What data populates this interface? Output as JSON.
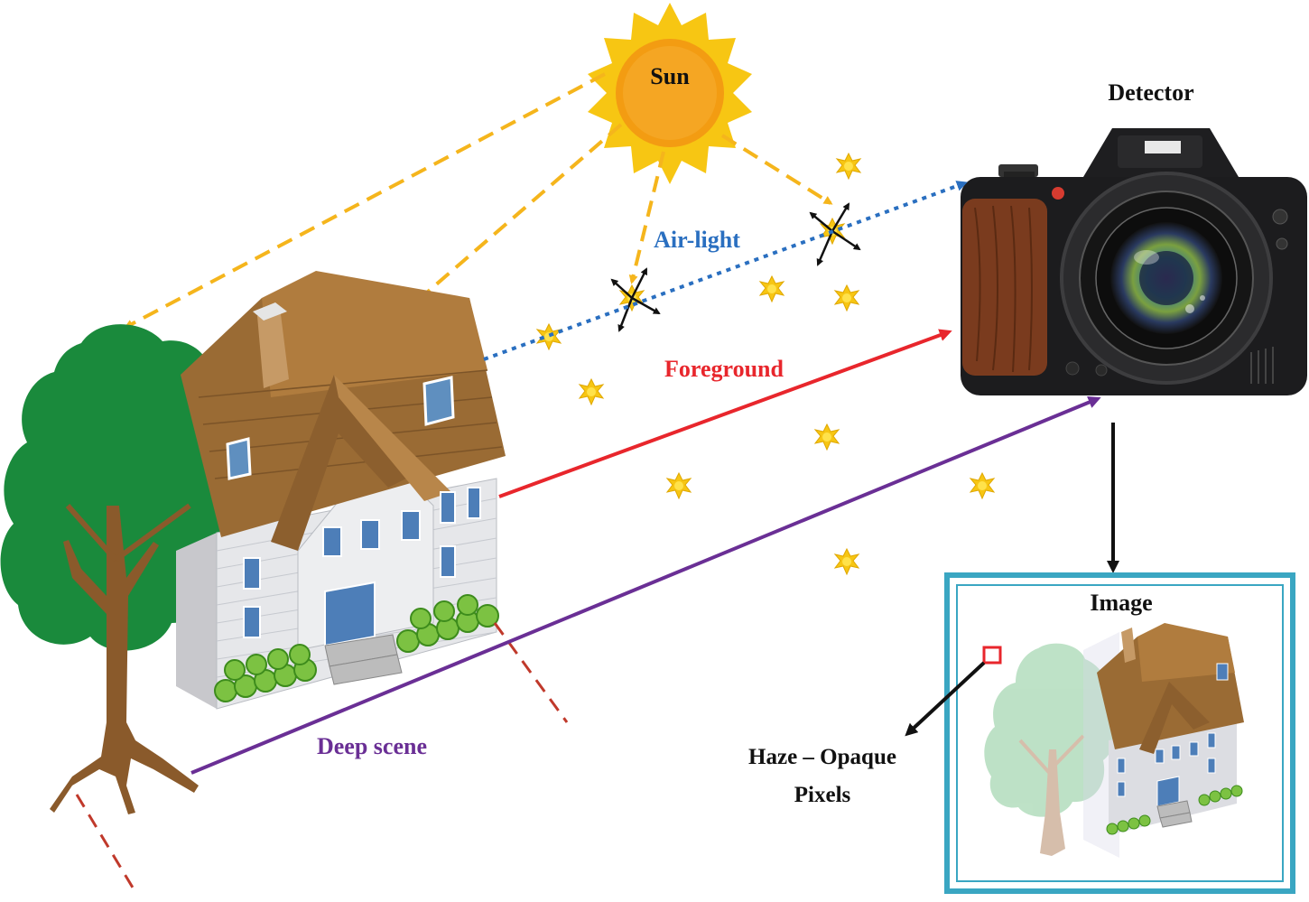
{
  "labels": {
    "sun": "Sun",
    "detector": "Detector",
    "air_light": "Air-light",
    "foreground": "Foreground",
    "deep_scene": "Deep scene",
    "image": "Image",
    "haze_line1": "Haze – Opaque",
    "haze_line2": "Pixels"
  },
  "colors": {
    "sun_ray": "#f5b51c",
    "air_light": "#2a6fc0",
    "foreground": "#e8262c",
    "deep_scene": "#6a2f95",
    "dashed_ground": "#c0392b",
    "image_frame": "#3aa6c2",
    "particle": "#f7c613",
    "tree_green": "#1a8a3c",
    "roof_brown": "#9a6b34"
  }
}
